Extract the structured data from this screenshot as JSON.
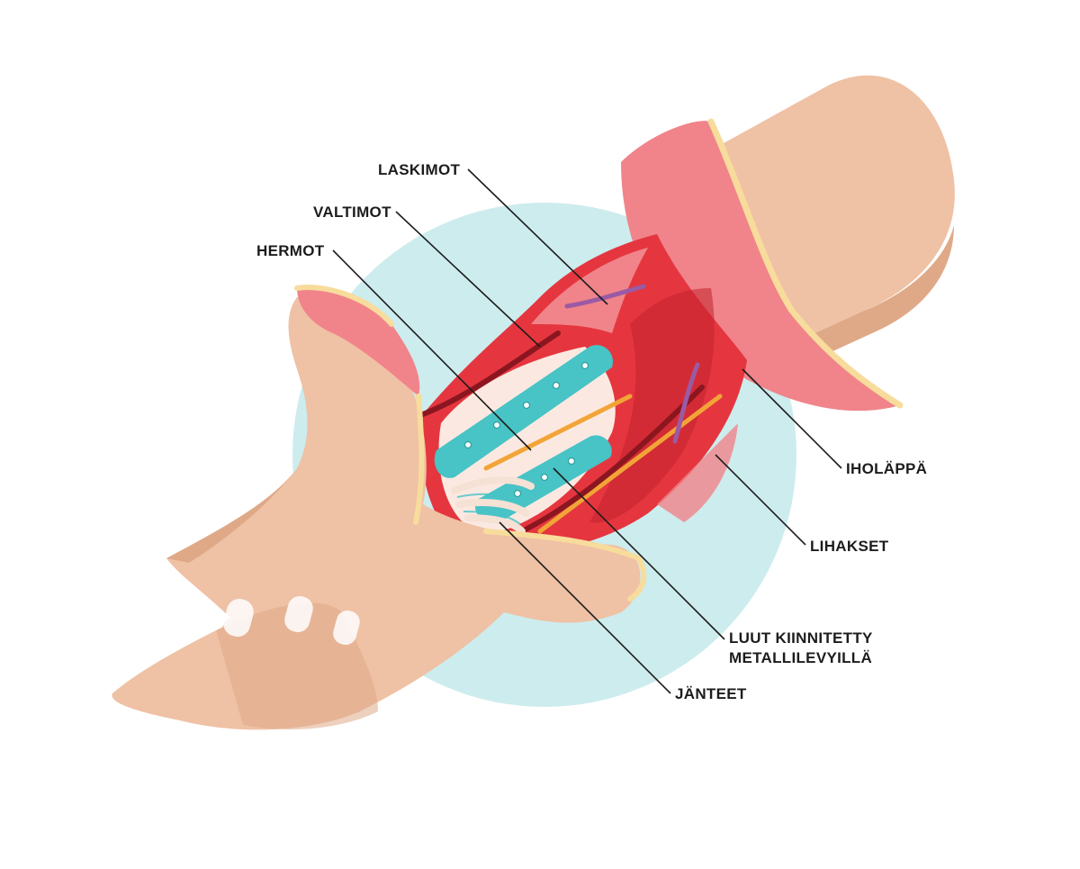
{
  "labels": {
    "laskimot": "LASKIMOT",
    "valtimot": "VALTIMOT",
    "hermot": "HERMOT",
    "iholappa": "IHOLÄPPÄ",
    "lihakset": "LIHAKSET",
    "luut_line1": "LUUT KIINNITETTY",
    "luut_line2": "METALLILEVYILLÄ",
    "janteet": "JÄNTEET"
  },
  "colors": {
    "background_circle": "#cdecee",
    "skin": "#efc1a5",
    "skin_shadow": "#dfa988",
    "skin_flap": "#f0848a",
    "skin_edge": "#f7dc9c",
    "muscle": "#e5363f",
    "muscle_dark": "#c3222e",
    "bone": "#48c3c6",
    "vein": "#9b5aa3",
    "artery": "#8c1620",
    "nerve": "#f2a437",
    "tendon": "#f6e1d5",
    "leader_line": "#1c1c1c"
  }
}
